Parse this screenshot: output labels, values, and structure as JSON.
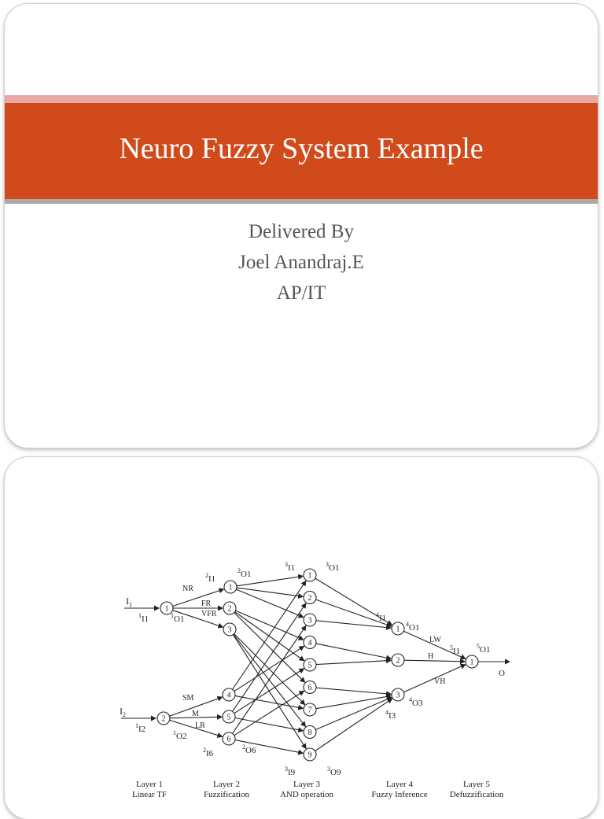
{
  "slide1": {
    "title": "Neuro Fuzzy System Example",
    "subtitle_lines": [
      "Delivered By",
      "Joel Anandraj.E",
      "AP/IT"
    ]
  },
  "diagram": {
    "inputs": [
      {
        "main": "I",
        "sub": "1"
      },
      {
        "main": "I",
        "sub": "2"
      }
    ],
    "input_node_labels": [
      {
        "sup": "1",
        "main": "I1"
      },
      {
        "sup": "1",
        "main": "O1"
      },
      {
        "sup": "1",
        "main": "I2"
      },
      {
        "sup": "1",
        "main": "O2"
      }
    ],
    "layer1_nodes": [
      "1",
      "2"
    ],
    "layer2_nodes": [
      "1",
      "2",
      "3",
      "4",
      "5",
      "6"
    ],
    "layer2_edge_labels": [
      "NR",
      "FR",
      "VFR",
      "SM",
      "M",
      "LR"
    ],
    "layer2_io_labels": [
      {
        "sup": "2",
        "main": "I1"
      },
      {
        "sup": "2",
        "main": "O1"
      },
      {
        "sup": "2",
        "main": "I6"
      },
      {
        "sup": "2",
        "main": "O6"
      }
    ],
    "layer3_nodes": [
      "1",
      "2",
      "3",
      "4",
      "5",
      "6",
      "7",
      "8",
      "9"
    ],
    "layer3_io_labels": [
      {
        "sup": "3",
        "main": "I1"
      },
      {
        "sup": "3",
        "main": "O1"
      },
      {
        "sup": "3",
        "main": "I9"
      },
      {
        "sup": "3",
        "main": "O9"
      }
    ],
    "layer4_nodes": [
      "1",
      "2",
      "3"
    ],
    "layer4_io_labels": [
      {
        "sup": "4",
        "main": "I1"
      },
      {
        "sup": "4",
        "main": "O1"
      },
      {
        "sup": "4",
        "main": "O3"
      },
      {
        "sup": "4",
        "main": "I3"
      }
    ],
    "layer4_edge_labels": [
      "LW",
      "H",
      "VH"
    ],
    "layer5_node": "1",
    "layer5_io_labels": [
      {
        "sup": "5",
        "main": "I1"
      },
      {
        "sup": "5",
        "main": "O1"
      }
    ],
    "output_label": "O",
    "layer_captions": [
      {
        "line1": "Layer 1",
        "line2": "Linear TF"
      },
      {
        "line1": "Layer 2",
        "line2": "Fuzzification"
      },
      {
        "line1": "Layer 3",
        "line2": "AND operation"
      },
      {
        "line1": "Layer 4",
        "line2": "Fuzzy Inference"
      },
      {
        "line1": "Layer 5",
        "line2": "Defuzzification"
      }
    ]
  }
}
